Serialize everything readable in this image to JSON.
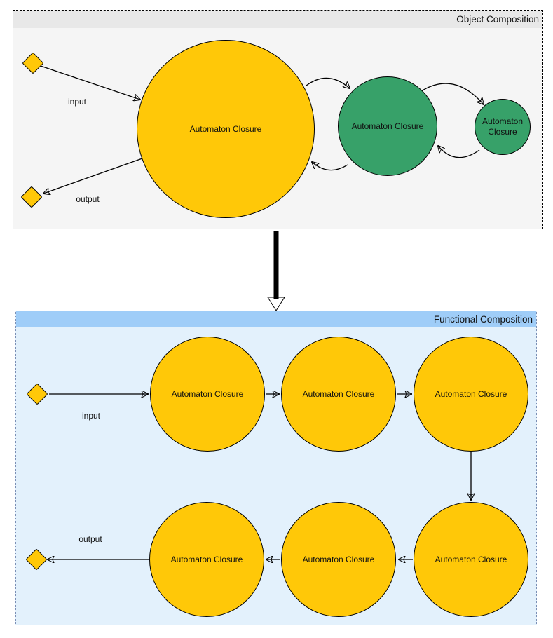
{
  "object_composition": {
    "title": "Object Composition",
    "input_label": "input",
    "output_label": "output",
    "nodes": [
      {
        "label": "Automaton Closure"
      },
      {
        "label": "Automaton Closure"
      },
      {
        "label": "Automaton Closure"
      }
    ]
  },
  "functional_composition": {
    "title": "Functional Composition",
    "input_label": "input",
    "output_label": "output",
    "top_row": [
      {
        "label": "Automaton Closure"
      },
      {
        "label": "Automaton Closure"
      },
      {
        "label": "Automaton Closure"
      }
    ],
    "bottom_row": [
      {
        "label": "Automaton Closure"
      },
      {
        "label": "Automaton Closure"
      },
      {
        "label": "Automaton Closure"
      }
    ]
  },
  "colors": {
    "node_yellow": "#ffc808",
    "node_green": "#37a169",
    "object_box_bg": "#f5f5f5",
    "object_box_header": "#e8e8e8",
    "functional_box_bg": "#e3f1fc",
    "functional_box_header": "#9fcdf8",
    "stroke": "#000000"
  }
}
